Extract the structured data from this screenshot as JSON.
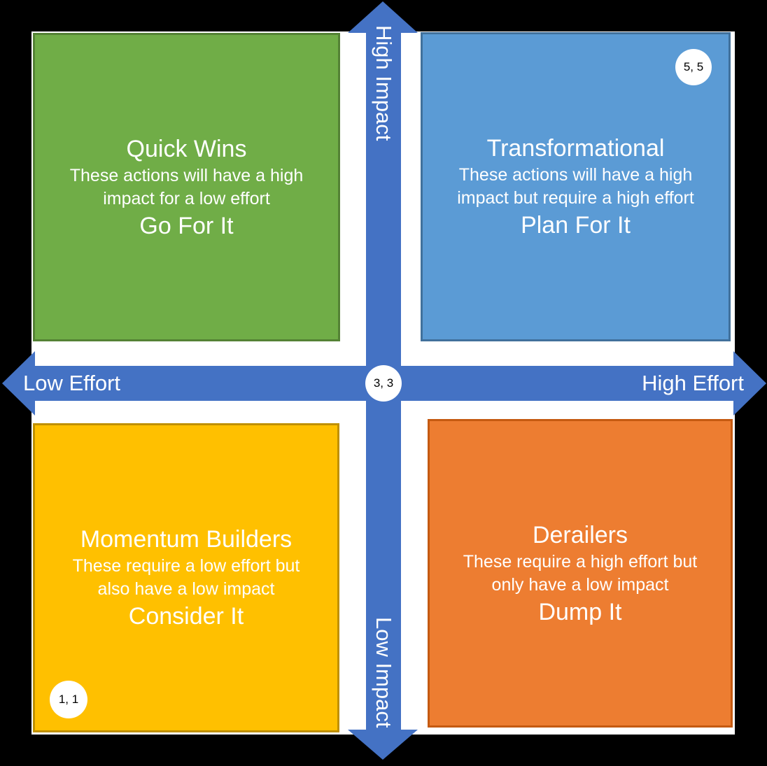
{
  "axes": {
    "top_label": "High Impact",
    "bottom_label": "Low Impact",
    "left_label": "Low Effort",
    "right_label": "High Effort"
  },
  "quadrants": {
    "quick_wins": {
      "title": "Quick Wins",
      "description_line1": "These actions will have a high",
      "description_line2": "impact for a low effort",
      "action": "Go For It",
      "fill": "#70AD47",
      "border": "#548235"
    },
    "transformational": {
      "title": "Transformational",
      "description_line1": "These actions will have a high",
      "description_line2": "impact but require a high effort",
      "action": "Plan For It",
      "fill": "#5B9BD5",
      "border": "#41719C"
    },
    "momentum_builders": {
      "title": "Momentum Builders",
      "description_line1": "These require a low effort but",
      "description_line2": "also have a low impact",
      "action": "Consider It",
      "fill": "#FFC000",
      "border": "#BF9000"
    },
    "derailers": {
      "title": "Derailers",
      "description_line1": "These require a high effort but",
      "description_line2": "only have a low impact",
      "action": "Dump It",
      "fill": "#ED7D31",
      "border": "#C55A11"
    }
  },
  "markers": {
    "top_right": "5, 5",
    "center": "3, 3",
    "bottom_left": "1, 1"
  },
  "colors": {
    "axis_arrow": "#4472C4",
    "background": "#000000",
    "slide_background": "#FFFFFF",
    "quadrant_text": "#FFFFFF",
    "marker_fill": "#FFFFFF",
    "marker_text": "#000000"
  }
}
